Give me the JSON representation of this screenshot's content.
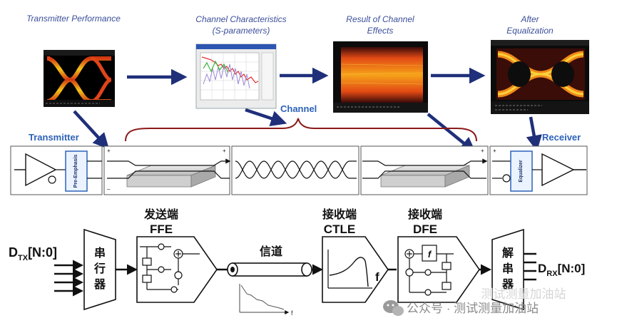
{
  "top_captions": {
    "transmitter_performance": "Transmitter Performance",
    "channel_characteristics_line1": "Channel Characteristics",
    "channel_characteristics_line2": "(S-parameters)",
    "result_line1": "Result of Channel",
    "result_line2": "Effects",
    "after_line1": "After",
    "after_line2": "Equalization"
  },
  "mid_labels": {
    "channel": "Channel",
    "transmitter": "Transmitter",
    "receiver": "Receiver",
    "pre_emphasis": "Pre-Emphasis",
    "equalizer": "Equalizer"
  },
  "bottom": {
    "dtx_main": "D",
    "dtx_sub": "TX",
    "dtx_bits": "[N:0]",
    "serializer": [
      "串",
      "行",
      "器"
    ],
    "tx_title": "发送端",
    "ffe": "FFE",
    "channel": "信道",
    "rx_title_1": "接收端",
    "ctle": "CTLE",
    "rx_title_2": "接收端",
    "dfe": "DFE",
    "f_symbol": "f",
    "f_axis": "f",
    "deserializer": [
      "解",
      "串",
      "器"
    ],
    "drx_main": "D",
    "drx_sub": "RX",
    "drx_bits": "[N:0]"
  },
  "watermark": {
    "brand": "公众号 · 测试测量加油站",
    "shadow": "测试测量加油站"
  },
  "colors": {
    "arrow_navy": "#1f2f7a",
    "brace_red": "#8b1a1a",
    "label_blue": "#2d62b8",
    "caption_blue": "#3b4f9b"
  }
}
